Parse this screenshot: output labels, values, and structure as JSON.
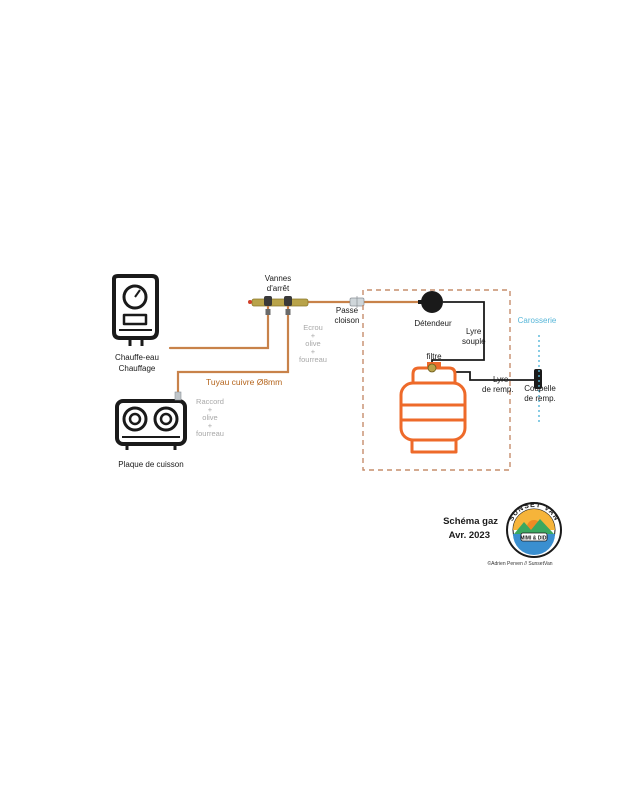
{
  "diagram": {
    "colors": {
      "pipe": "#c8824a",
      "pipe_dark": "#8a5a2b",
      "bottle": "#ee6a2a",
      "body_dash": "#c68d6c",
      "carrosserie": "#56b6d8",
      "ink": "#1a1a1a",
      "grey": "#a8a8a8"
    },
    "labels": {
      "vannes_line1": "Vannes",
      "vannes_line2": "d'arrêt",
      "chauffe_line1": "Chauffe-eau",
      "chauffe_line2": "Chauffage",
      "ecrou_line1": "Ecrou",
      "ecrou_line2": "+",
      "ecrou_line3": "olive",
      "ecrou_line4": "+",
      "ecrou_line5": "fourreau",
      "tuyau": "Tuyau cuivre Ø8mm",
      "raccord_line1": "Raccord",
      "raccord_line2": "+",
      "raccord_line3": "olive",
      "raccord_line4": "+",
      "raccord_line5": "fourreau",
      "plaque": "Plaque de cuisson",
      "passe_line1": "Passe",
      "passe_line2": "cloison",
      "detendeur": "Détendeur",
      "lyre_souple_line1": "Lyre",
      "lyre_souple_line2": "souple",
      "filtre": "filtre",
      "lyre_remp_line1": "Lyre",
      "lyre_remp_line2": "de remp.",
      "carrosserie": "Carosserie",
      "coupelle_line1": "Coupelle",
      "coupelle_line2": "de remp."
    },
    "footer": {
      "title_line1": "Schéma gaz",
      "title_line2": "Avr. 2023",
      "credit": "©Adrien Perven // SunsetVan"
    },
    "logo": {
      "brand": "SUNSET VAN",
      "sub": "MIMI & DIDI"
    }
  }
}
